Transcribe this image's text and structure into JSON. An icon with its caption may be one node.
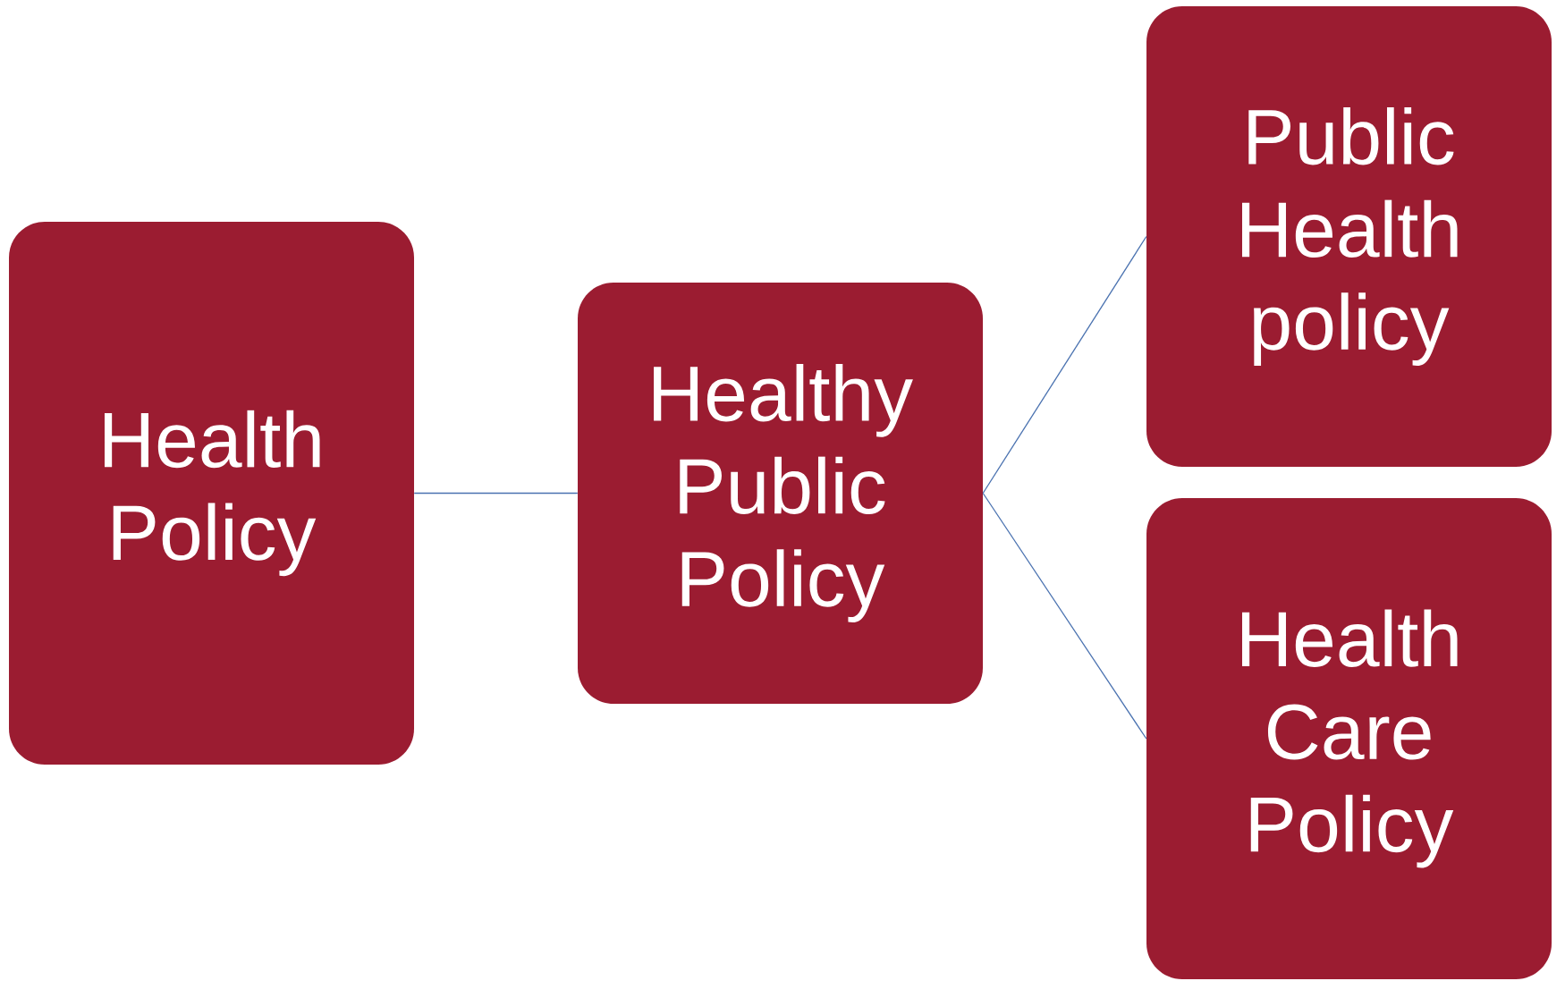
{
  "diagram": {
    "nodes": [
      {
        "text": [
          "Health Policy"
        ]
      },
      {
        "text": [
          "Healthy Public Policy"
        ]
      },
      {
        "text": [
          "Public Health policy"
        ]
      },
      {
        "text": [
          "Health Care Policy"
        ]
      }
    ],
    "edges": [
      {
        "from": 0,
        "to": 1,
        "arrow": "none"
      },
      {
        "from": 1,
        "to": 2,
        "arrow": "none"
      },
      {
        "from": 1,
        "to": 3,
        "arrow": "none"
      }
    ]
  }
}
